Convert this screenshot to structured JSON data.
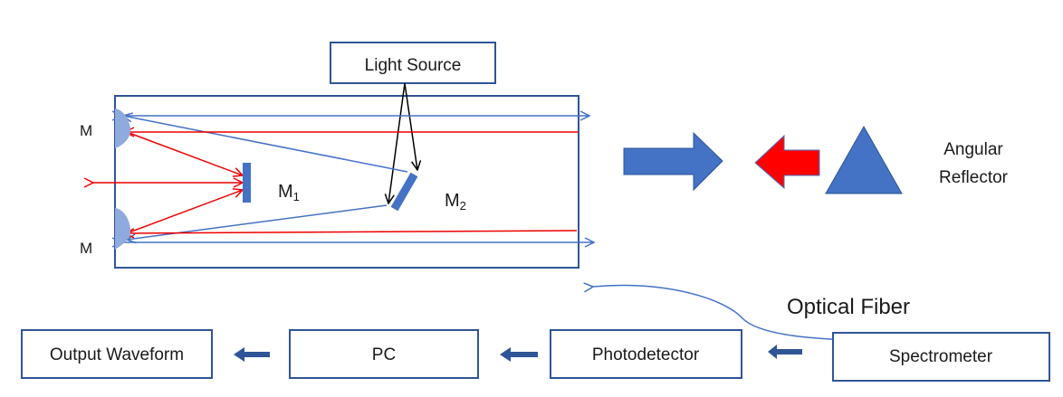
{
  "labels": {
    "light_source": "Light Source",
    "mirror_m": "M",
    "m1_base": "M",
    "m1_sub": "1",
    "m2_base": "M",
    "m2_sub": "2",
    "angular_reflector_line1": "Angular",
    "angular_reflector_line2": "Reflector",
    "optical_fiber": "Optical Fiber",
    "output_waveform": "Output Waveform",
    "pc": "PC",
    "photodetector": "Photodetector",
    "spectrometer": "Spectrometer"
  },
  "colors": {
    "blue_ray": "#4472c4",
    "red_ray": "#ee0000",
    "box_border": "#2f5597",
    "block_arrow_blue": "#4472c4",
    "block_arrow_red": "#ff0000",
    "triangle": "#4472c4",
    "mirror_m": "#8faadc",
    "small_arrow": "#2f5597",
    "text": "#1a1a1a"
  }
}
